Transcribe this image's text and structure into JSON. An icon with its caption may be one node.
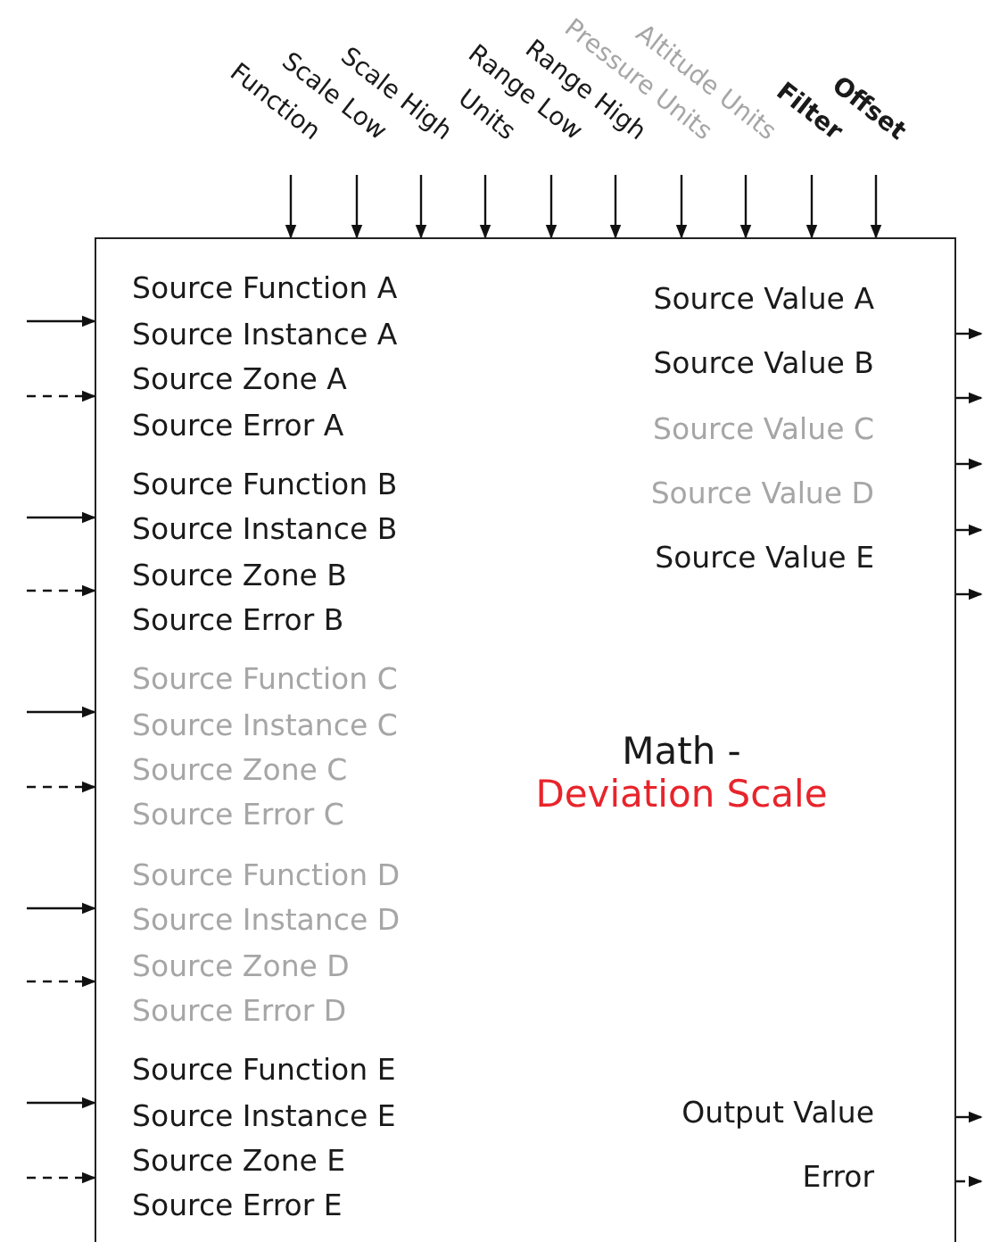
{
  "diagram": {
    "nodes": [
      {
        "text": [
          "Math -",
          "Deviation Scale"
        ]
      },
      {
        "text": [
          "Function"
        ]
      },
      {
        "text": [
          "Scale Low"
        ]
      },
      {
        "text": [
          "Scale High"
        ]
      },
      {
        "text": [
          "Units"
        ]
      },
      {
        "text": [
          "Range Low"
        ]
      },
      {
        "text": [
          "Range High"
        ]
      },
      {
        "text": [
          "Pressure Units"
        ]
      },
      {
        "text": [
          "Altitude Units"
        ]
      },
      {
        "text": [
          "Filter"
        ]
      },
      {
        "text": [
          "Offset"
        ]
      }
    ],
    "edges": [
      {
        "from": 1,
        "to": 0,
        "arrow": "to"
      },
      {
        "from": 2,
        "to": 0,
        "arrow": "to"
      },
      {
        "from": 3,
        "to": 0,
        "arrow": "to"
      },
      {
        "from": 4,
        "to": 0,
        "arrow": "to"
      },
      {
        "from": 5,
        "to": 0,
        "arrow": "to"
      },
      {
        "from": 6,
        "to": 0,
        "arrow": "to"
      },
      {
        "from": 7,
        "to": 0,
        "arrow": "to"
      },
      {
        "from": 8,
        "to": 0,
        "arrow": "to"
      },
      {
        "from": 9,
        "to": 0,
        "arrow": "to"
      },
      {
        "from": 10,
        "to": 0,
        "arrow": "to"
      },
      {
        "from": null,
        "to": 0,
        "arrow": "to"
      },
      {
        "from": null,
        "to": 0,
        "arrow": "to",
        "style": "dashed"
      },
      {
        "from": null,
        "to": 0,
        "arrow": "to"
      },
      {
        "from": null,
        "to": 0,
        "arrow": "to",
        "style": "dashed"
      },
      {
        "from": null,
        "to": 0,
        "arrow": "to"
      },
      {
        "from": null,
        "to": 0,
        "arrow": "to",
        "style": "dashed"
      },
      {
        "from": null,
        "to": 0,
        "arrow": "to"
      },
      {
        "from": null,
        "to": 0,
        "arrow": "to",
        "style": "dashed"
      },
      {
        "from": null,
        "to": 0,
        "arrow": "to"
      },
      {
        "from": null,
        "to": 0,
        "arrow": "to",
        "style": "dashed"
      },
      {
        "from": 0,
        "to": null,
        "arrow": "to"
      },
      {
        "from": 0,
        "to": null,
        "arrow": "to"
      },
      {
        "from": 0,
        "to": null,
        "arrow": "to"
      },
      {
        "from": 0,
        "to": null,
        "arrow": "to"
      },
      {
        "from": 0,
        "to": null,
        "arrow": "to"
      },
      {
        "from": 0,
        "to": null,
        "arrow": "to"
      },
      {
        "from": 0,
        "to": null,
        "arrow": "to",
        "style": "dashed"
      }
    ],
    "labels": [
      "Source Function A",
      "Source Instance A",
      "Source Zone A",
      "Source Error A",
      "Source Function B",
      "Source Instance B",
      "Source Zone B",
      "Source Error B",
      "Source Function C",
      "Source Instance C",
      "Source Zone C",
      "Source Error C",
      "Source Function D",
      "Source Instance D",
      "Source Zone D",
      "Source Error D",
      "Source Function E",
      "Source Instance E",
      "Source Zone E",
      "Source Error E",
      "Source Value A",
      "Source Value B",
      "Source Value C",
      "Source Value D",
      "Source Value E",
      "Output Value",
      "Error"
    ]
  }
}
